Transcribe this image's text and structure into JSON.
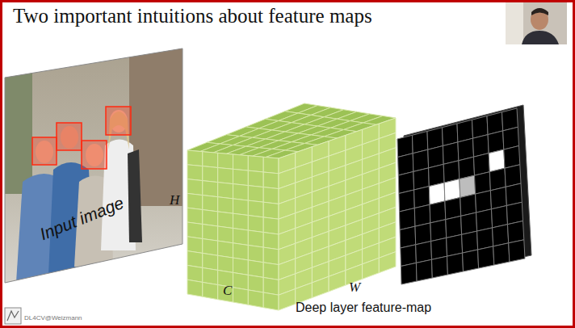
{
  "diagram": {
    "title": "Two important intuitions about feature maps",
    "labels": [
      "Input image",
      "H",
      "C",
      "W",
      "Deep layer feature-map",
      "DL4CV@Weizmann"
    ]
  }
}
